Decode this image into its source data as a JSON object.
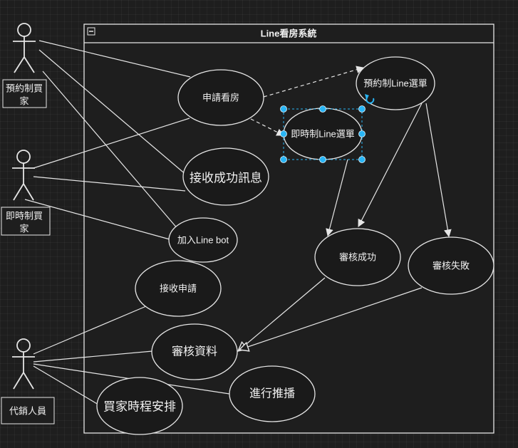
{
  "system": {
    "title": "Line看房系統"
  },
  "actors": {
    "reserve_buyer": [
      "預約制買",
      "家"
    ],
    "instant_buyer": [
      "即時制買",
      "家"
    ],
    "agent": [
      "代銷人員"
    ]
  },
  "use_cases": {
    "apply_viewing": "申請看房",
    "receive_success": "接收成功訊息",
    "join_bot": "加入Line bot",
    "receive_application": "接收申請",
    "review_data": "審核資料",
    "buyer_schedule": "買家時程安排",
    "push_broadcast": "進行推播",
    "reserve_menu": "預約制Line選單",
    "instant_menu": "即時制Line選單",
    "review_success": "審核成功",
    "review_fail": "審核失敗"
  },
  "colors": {
    "background": "#1e1e1e",
    "stroke": "#e6e6e6",
    "selection": "#29b6f6"
  }
}
